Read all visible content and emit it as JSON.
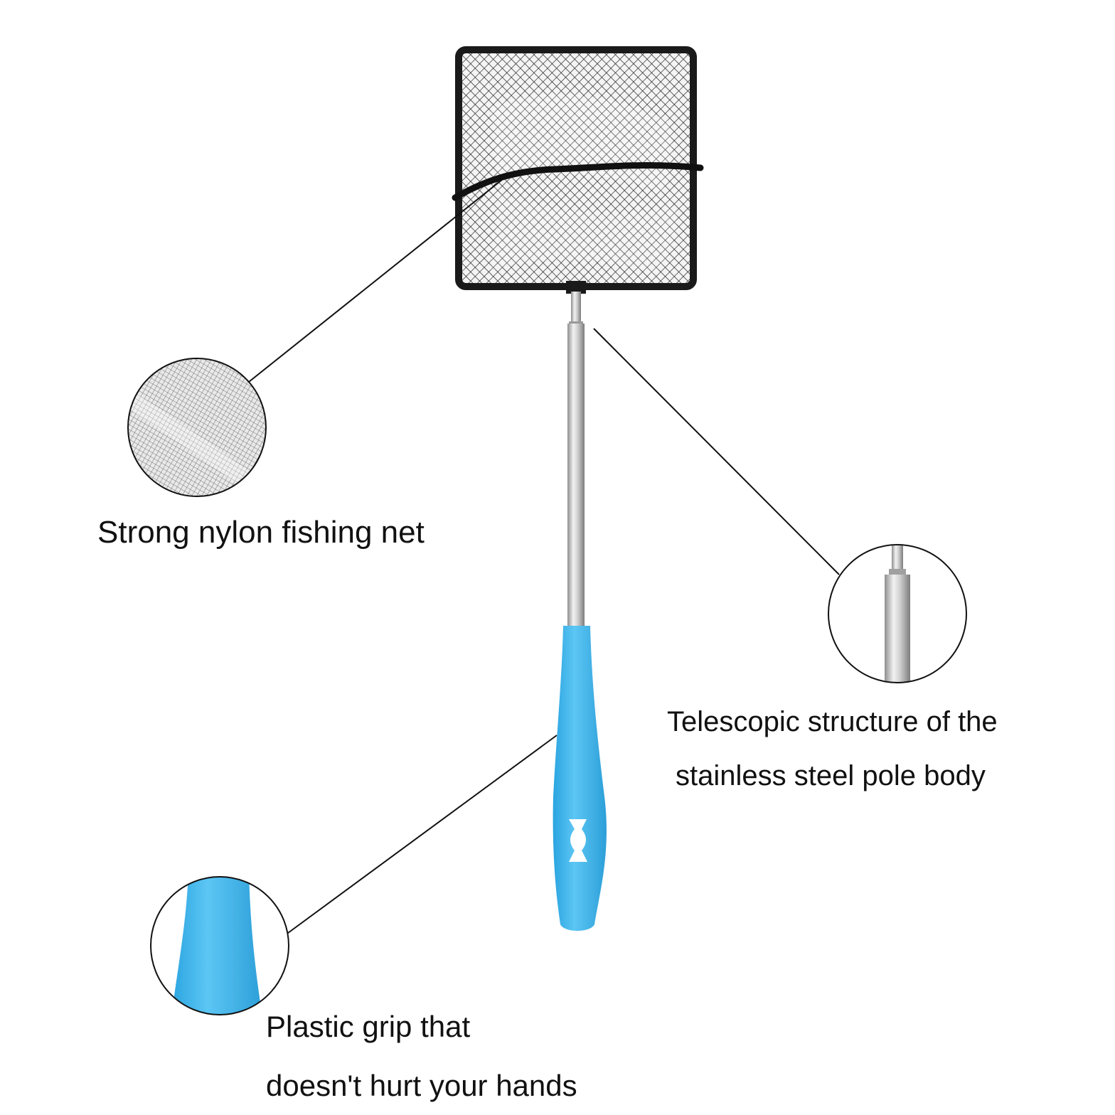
{
  "captions": {
    "net": "Strong nylon fishing net",
    "pole_line1": "Telescopic structure of the",
    "pole_line2": "stainless steel pole body",
    "grip_line1": "Plastic grip that",
    "grip_line2": "doesn't hurt your hands"
  },
  "colors": {
    "background": "#ffffff",
    "handle_blue": "#3eb4ec",
    "net_frame": "#1a1a1a",
    "steel": "#c8c8c8",
    "text": "#111111"
  }
}
